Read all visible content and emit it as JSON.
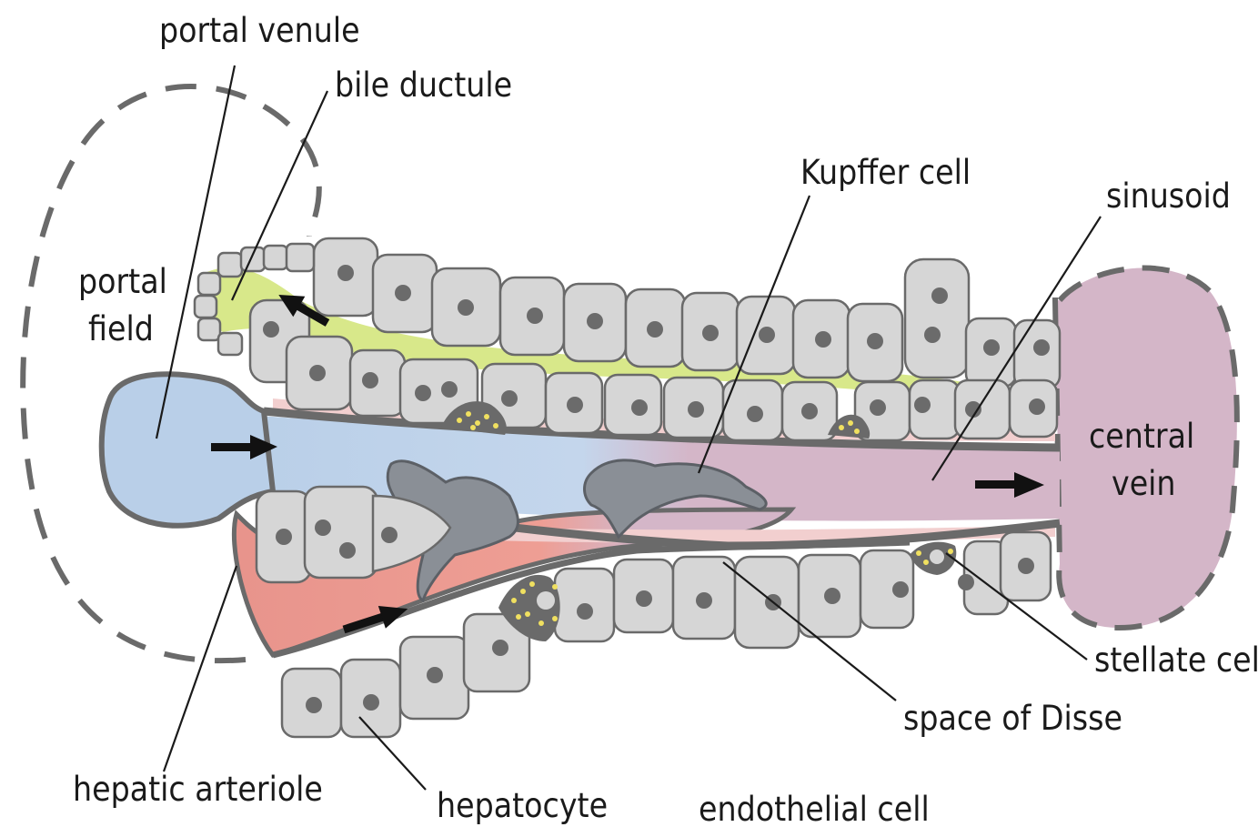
{
  "labels": {
    "portal_venule": "portal venule",
    "bile_ductule": "bile ductule",
    "kupffer_cell": "Kupffer cell",
    "sinusoid": "sinusoid",
    "portal_field_line1": "portal",
    "portal_field_line2": "field",
    "central_vein_line1": "central",
    "central_vein_line2": "vein",
    "stellate_cell": "stellate cel",
    "space_of_disse": "space of Disse",
    "hepatic_arteriole": "hepatic arteriole",
    "hepatocyte": "hepatocyte",
    "endothelial_cell": "endothelial cell"
  },
  "colors": {
    "portal_venule_blood": "#b9cfe8",
    "arteriole_blood": "#e8948c",
    "central_vein_blood": "#d4b6c8",
    "bile": "#d8e88a",
    "hepatocyte": "#d6d6d6",
    "nucleus": "#6b6b6b",
    "endothelium": "#6a6a6a",
    "space_of_disse": "#f2cfcf",
    "stellate_lipid": "#f0e060"
  },
  "icons": {
    "flow_arrow": "right-arrow-icon"
  }
}
